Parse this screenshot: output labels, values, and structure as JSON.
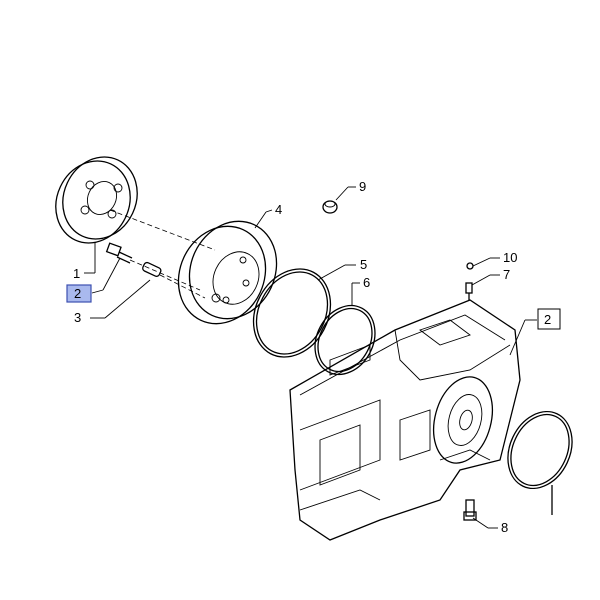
{
  "callouts": [
    {
      "id": "1",
      "label": "1",
      "highlighted": false
    },
    {
      "id": "2",
      "label": "2",
      "highlighted": true
    },
    {
      "id": "3",
      "label": "3",
      "highlighted": false
    },
    {
      "id": "4",
      "label": "4",
      "highlighted": false
    },
    {
      "id": "5",
      "label": "5",
      "highlighted": false
    },
    {
      "id": "6",
      "label": "6",
      "highlighted": false
    },
    {
      "id": "7",
      "label": "7",
      "highlighted": false
    },
    {
      "id": "8",
      "label": "8",
      "highlighted": false
    },
    {
      "id": "9",
      "label": "9",
      "highlighted": false
    },
    {
      "id": "10",
      "label": "10",
      "highlighted": false
    },
    {
      "id": "2b",
      "label": "2",
      "highlighted": false
    }
  ],
  "colors": {
    "highlight_fill": "#a9b9ee",
    "highlight_border": "#3c4fb0",
    "line": "#000000"
  }
}
